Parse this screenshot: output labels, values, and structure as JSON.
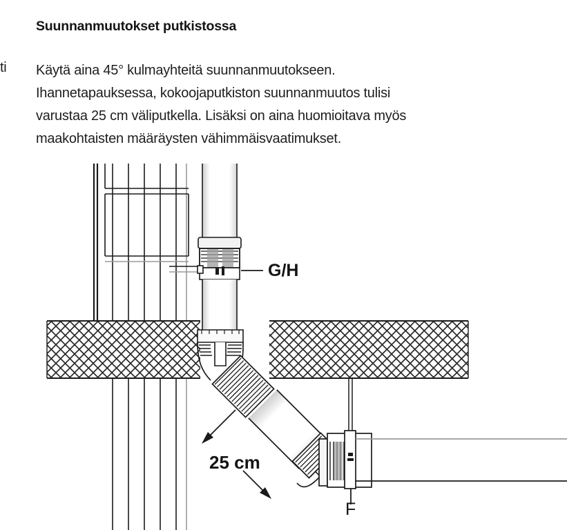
{
  "document": {
    "heading": "Suunnanmuutokset putkistossa",
    "margin_note": "ti",
    "paragraph_lines": [
      "Käytä aina 45° kulmayhteitä suunnanmuutokseen.",
      "Ihannetapauksessa, kokoojaputkiston suunnanmuutos tulisi",
      "varustaa 25 cm väliputkella. Lisäksi on aina huomioitava myös",
      "maakohtaisten määräysten vähimmäisvaatimukset."
    ]
  },
  "diagram": {
    "title": "pipe-direction-change-detail",
    "labels": {
      "vertical_coupling": "G/H",
      "horizontal_coupling": "F",
      "dimension": "25 cm"
    },
    "colors": {
      "line": "#1a1a1a",
      "hatch": "#2b2b2b",
      "shade": "#bfbfbf",
      "background": "#ffffff"
    },
    "components": [
      {
        "name": "wall-panel",
        "description": "vertical stud wall section with horizontal rails"
      },
      {
        "name": "floor-slab",
        "description": "cross-hatched concrete slab"
      },
      {
        "name": "vertical-pipe",
        "description": "vertical soil stack with socket coupling"
      },
      {
        "name": "branch-connector",
        "description": "short horizontal branch from wall into stack"
      },
      {
        "name": "bend-45-upper",
        "description": "upper 45 degree elbow below slab"
      },
      {
        "name": "intermediate-pipe",
        "description": "25 cm intermediate pipe between two 45 degree bends"
      },
      {
        "name": "bend-45-lower",
        "description": "lower 45 degree elbow joining horizontal collector"
      },
      {
        "name": "horizontal-pipe",
        "description": "horizontal collector pipe running right"
      }
    ]
  }
}
